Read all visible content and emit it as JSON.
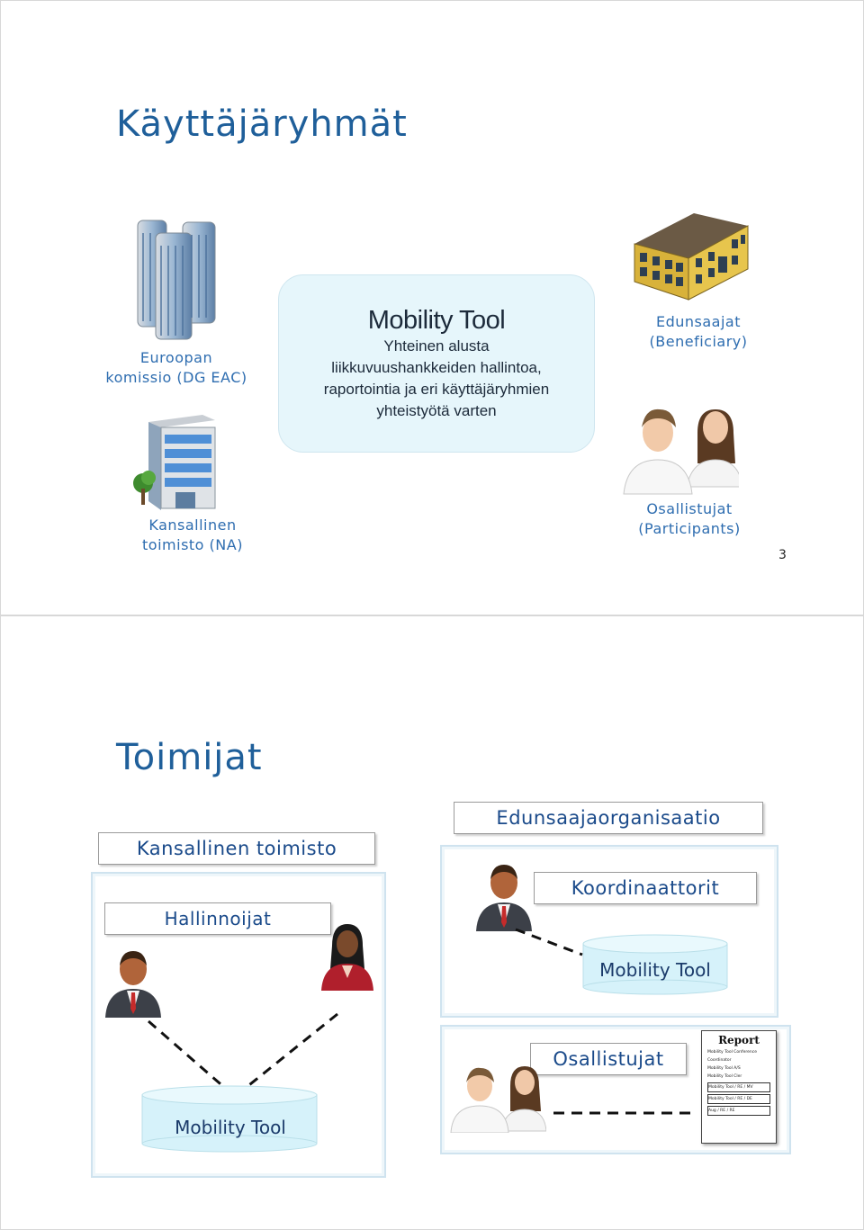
{
  "slide1": {
    "title": "Käyttäjäryhmät",
    "commission": {
      "line1": "Euroopan",
      "line2": "komissio (DG EAC)"
    },
    "mobility_tool": {
      "title": "Mobility Tool",
      "lines": [
        "Yhteinen alusta",
        "liikkuvuushankkeiden hallintoa,",
        "raportointia ja eri käyttäjäryhmien",
        "yhteistyötä varten"
      ]
    },
    "beneficiary": {
      "line1": "Edunsaajat",
      "line2": "(Beneficiary)"
    },
    "national_agency": {
      "line1": "Kansallinen",
      "line2": "toimisto (NA)"
    },
    "participants": {
      "line1": "Osallistujat",
      "line2": "(Participants)"
    },
    "page_number": "3"
  },
  "slide2": {
    "title": "Toimijat",
    "na_header": "Kansallinen toimisto",
    "administrators": "Hallinnoijat",
    "na_tool": "Mobility Tool",
    "beneficiary_org": "Edunsaajaorganisaatio",
    "coordinators": "Koordinaattorit",
    "bo_tool": "Mobility Tool",
    "participants": "Osallistujat",
    "report": {
      "heading": "Report",
      "lines": [
        "Mobility Tool Conference",
        "Coordinator",
        "Mobility Tool A/S",
        "Mobility Tool Cler",
        "Mobility Tool / RE / MV",
        "Mobility Tool / RE / DE",
        "Aug / RE / RE"
      ]
    }
  },
  "colors": {
    "title": "#1f5f9a",
    "caption": "#2e6db0",
    "mt_box": "#e6f6fb",
    "panel_border": "#cfe3ef"
  }
}
